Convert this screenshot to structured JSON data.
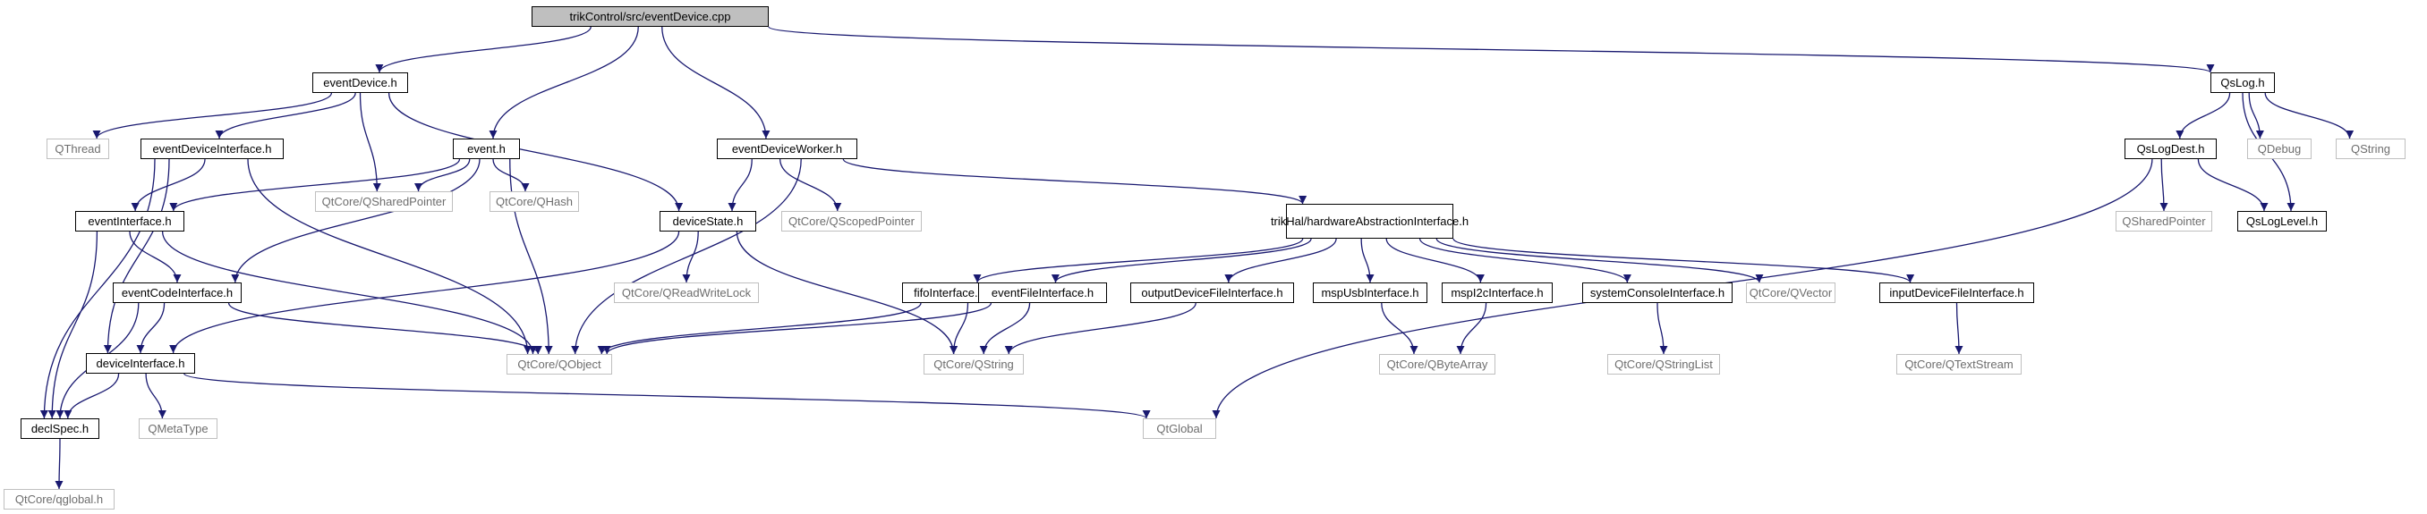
{
  "graph": {
    "colors": {
      "edge": "#191970",
      "root_fill": "#bfbfbf",
      "external_border": "#bfbfbf",
      "external_text": "#6e6e6e"
    },
    "nodes": {
      "root": "trikControl/src/eventDevice.cpp",
      "eventDevice_h": "eventDevice.h",
      "qthread": "QThread",
      "eventDeviceInterface_h": "eventDeviceInterface.h",
      "qshared_core": "QtCore/QSharedPointer",
      "event_h": "event.h",
      "qhash": "QtCore/QHash",
      "eventInterface_h": "eventInterface.h",
      "eventCodeInterface_h": "eventCodeInterface.h",
      "deviceInterface_h": "deviceInterface.h",
      "declSpec_h": "declSpec.h",
      "qglobal_core": "QtCore/qglobal.h",
      "qmetatype": "QMetaType",
      "qobject": "QtCore/QObject",
      "deviceState_h": "deviceState.h",
      "qreadwritelock": "QtCore/QReadWriteLock",
      "eventDeviceWorker_h": "eventDeviceWorker.h",
      "qscopedpointer": "QtCore/QScopedPointer",
      "hal_line1": "trikHal/hardwareAbstraction",
      "hal_line2": "Interface.h",
      "fifoInterface_h": "fifoInterface.h",
      "eventFileInterface_h": "eventFileInterface.h",
      "outputDeviceFileInterface_h": "outputDeviceFileInterface.h",
      "mspUsbInterface_h": "mspUsbInterface.h",
      "mspI2cInterface_h": "mspI2cInterface.h",
      "systemConsoleInterface_h": "systemConsoleInterface.h",
      "qvector": "QtCore/QVector",
      "inputDeviceFileInterface_h": "inputDeviceFileInterface.h",
      "qstring_core": "QtCore/QString",
      "qbytearray": "QtCore/QByteArray",
      "qstringlist": "QtCore/QStringList",
      "qtextstream": "QtCore/QTextStream",
      "qtglobal": "QtGlobal",
      "qslog_h": "QsLog.h",
      "qslogdest_h": "QsLogDest.h",
      "qdebug": "QDebug",
      "qstring": "QString",
      "qsharedpointer": "QSharedPointer",
      "qsloglevel_h": "QsLogLevel.h"
    }
  }
}
